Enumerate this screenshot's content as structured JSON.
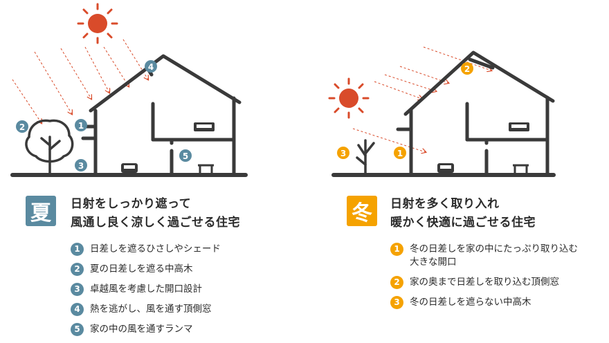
{
  "colors": {
    "summer": "#5a8aa0",
    "winter": "#f5a200",
    "sun": "#d94b2a",
    "line": "#3a3a3a"
  },
  "summer": {
    "badge": "夏",
    "headline1": "日射をしっかり遮って",
    "headline2": "風通し良く涼しく過ごせる住宅",
    "markers": [
      "1",
      "2",
      "3",
      "4",
      "5"
    ],
    "items": [
      {
        "num": "1",
        "text": "日差しを遮るひさしやシェード"
      },
      {
        "num": "2",
        "text": "夏の日差しを遮る中高木"
      },
      {
        "num": "3",
        "text": "卓越風を考慮した開口設計"
      },
      {
        "num": "4",
        "text": "熱を逃がし、風を通す頂側窓"
      },
      {
        "num": "5",
        "text": "家の中の風を通すランマ"
      }
    ]
  },
  "winter": {
    "badge": "冬",
    "headline1": "日射を多く取り入れ",
    "headline2": "暖かく快適に過ごせる住宅",
    "markers": [
      "1",
      "2",
      "3"
    ],
    "items": [
      {
        "num": "1",
        "text": "冬の日差しを家の中にたっぷり取り込む\n大きな開口"
      },
      {
        "num": "2",
        "text": "家の奥まで日差しを取り込む頂側窓"
      },
      {
        "num": "3",
        "text": "冬の日差しを遮らない中高木"
      }
    ]
  }
}
